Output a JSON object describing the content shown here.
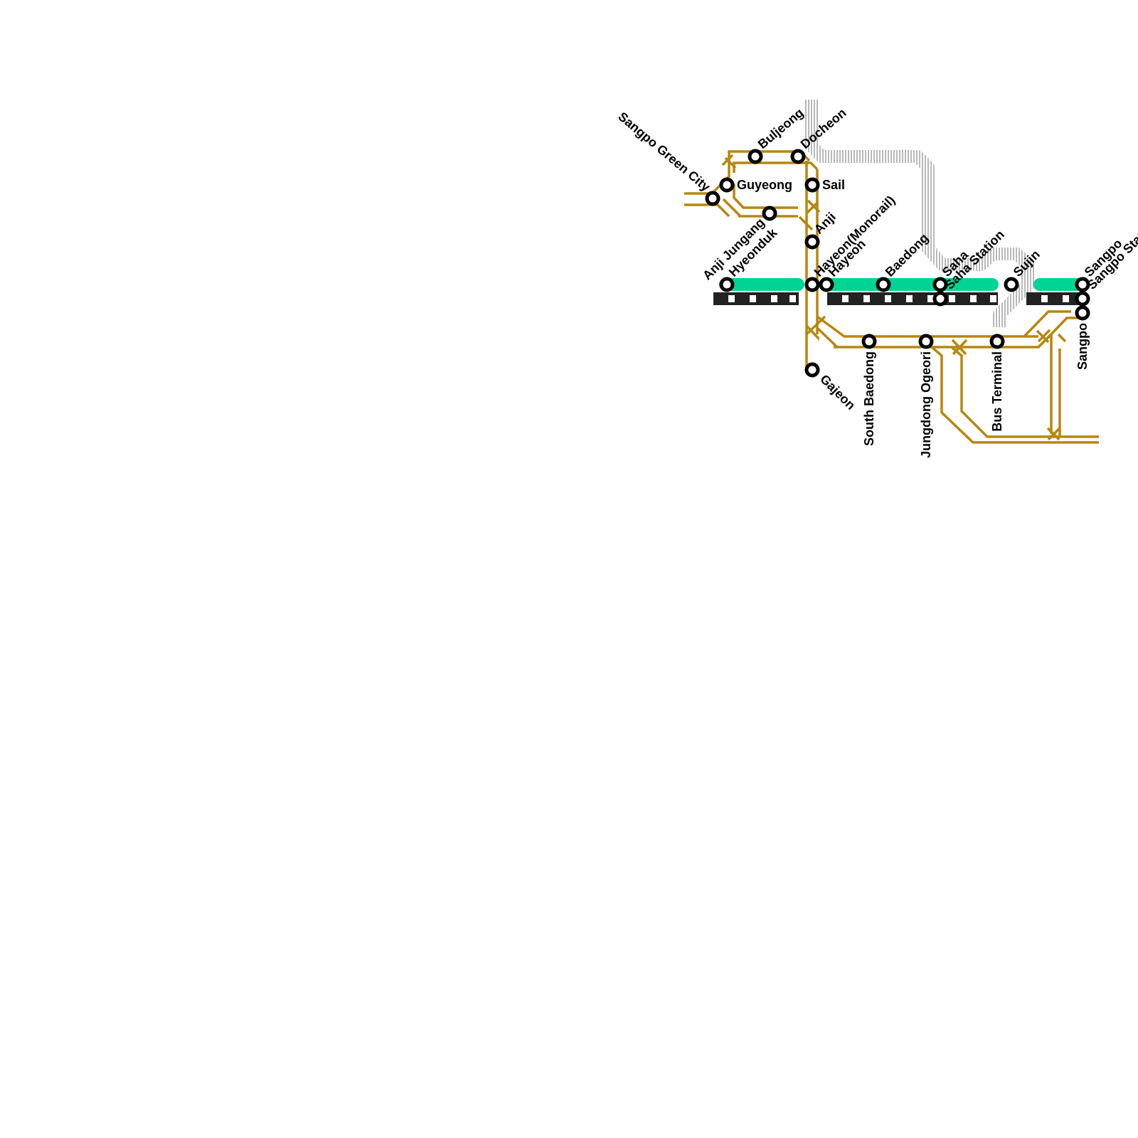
{
  "colors": {
    "brt": "#b5870f",
    "metro": "#00d494",
    "monorail": "#c8c8c8",
    "rail": "#222222",
    "station_fill": "#ffffff",
    "station_stroke": "#000000"
  },
  "lines": [
    {
      "id": "brt",
      "kind": "double-track",
      "color": "#b5870f"
    },
    {
      "id": "metro",
      "kind": "solid",
      "color": "#00d494"
    },
    {
      "id": "monorail",
      "kind": "hatched",
      "color": "#c8c8c8"
    },
    {
      "id": "rail",
      "kind": "railway",
      "color": "#222222"
    }
  ],
  "stations": {
    "sangpo_green_city": "Sangpo Green City",
    "buljeong": "Buljeong",
    "docheon": "Docheon",
    "guyeong": "Guyeong",
    "sail": "Sail",
    "anji_jungang": "Anji Jungang",
    "anji": "Anji",
    "hyeonduk": "Hyeonduk",
    "hayeon_monorail": "Hayeon(Monorail)",
    "hayeon": "Hayeon",
    "baedong": "Baedong",
    "saha": "Saha",
    "saha_station": "Saha Station",
    "sujin": "Sujin",
    "sangpo_top": "Sangpo",
    "sangpo_station": "Sangpo Station",
    "sangpo_side": "Sangpo",
    "gajeon": "Gajeon",
    "south_baedong": "South Baedong",
    "jungdong_ogeori": "Jungdong Ogeori",
    "bus_terminal": "Bus Terminal"
  }
}
